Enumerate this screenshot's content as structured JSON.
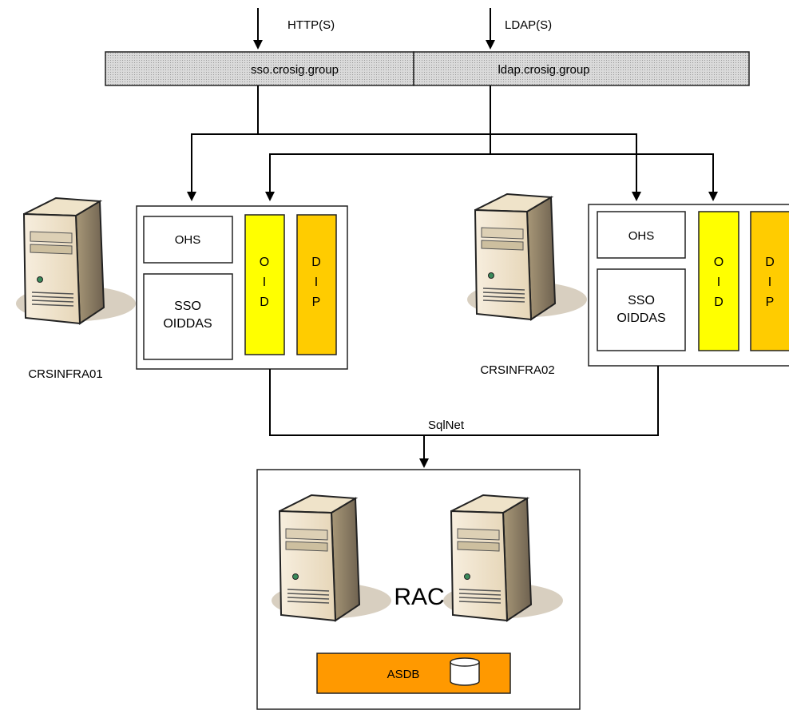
{
  "protocols": {
    "http": "HTTP(S)",
    "ldap": "LDAP(S)"
  },
  "load_balancer": {
    "sso": "sso.crosig.group",
    "ldap": "ldap.crosig.group"
  },
  "node1": {
    "hostname": "CRSINFRA01",
    "ohs": "OHS",
    "sso_line1": "SSO",
    "sso_line2": "OIDDAS",
    "oid": [
      "O",
      "I",
      "D"
    ],
    "dip": [
      "D",
      "I",
      "P"
    ]
  },
  "node2": {
    "hostname": "CRSINFRA02",
    "ohs": "OHS",
    "sso_line1": "SSO",
    "sso_line2": "OIDDAS",
    "oid": [
      "O",
      "I",
      "D"
    ],
    "dip": [
      "D",
      "I",
      "P"
    ]
  },
  "sqlnet": "SqlNet",
  "db": {
    "rac": "RAC",
    "asdb": "ASDB"
  },
  "colors": {
    "oid": "#ffff00",
    "dip": "#ffcc00",
    "asdb": "#ff9900",
    "lb_fill": "#d2d2d2",
    "server_body": "#f0e4cc",
    "server_shadow": "#d8cfc0"
  },
  "icons": [
    "server-icon",
    "database-cylinder-icon"
  ]
}
